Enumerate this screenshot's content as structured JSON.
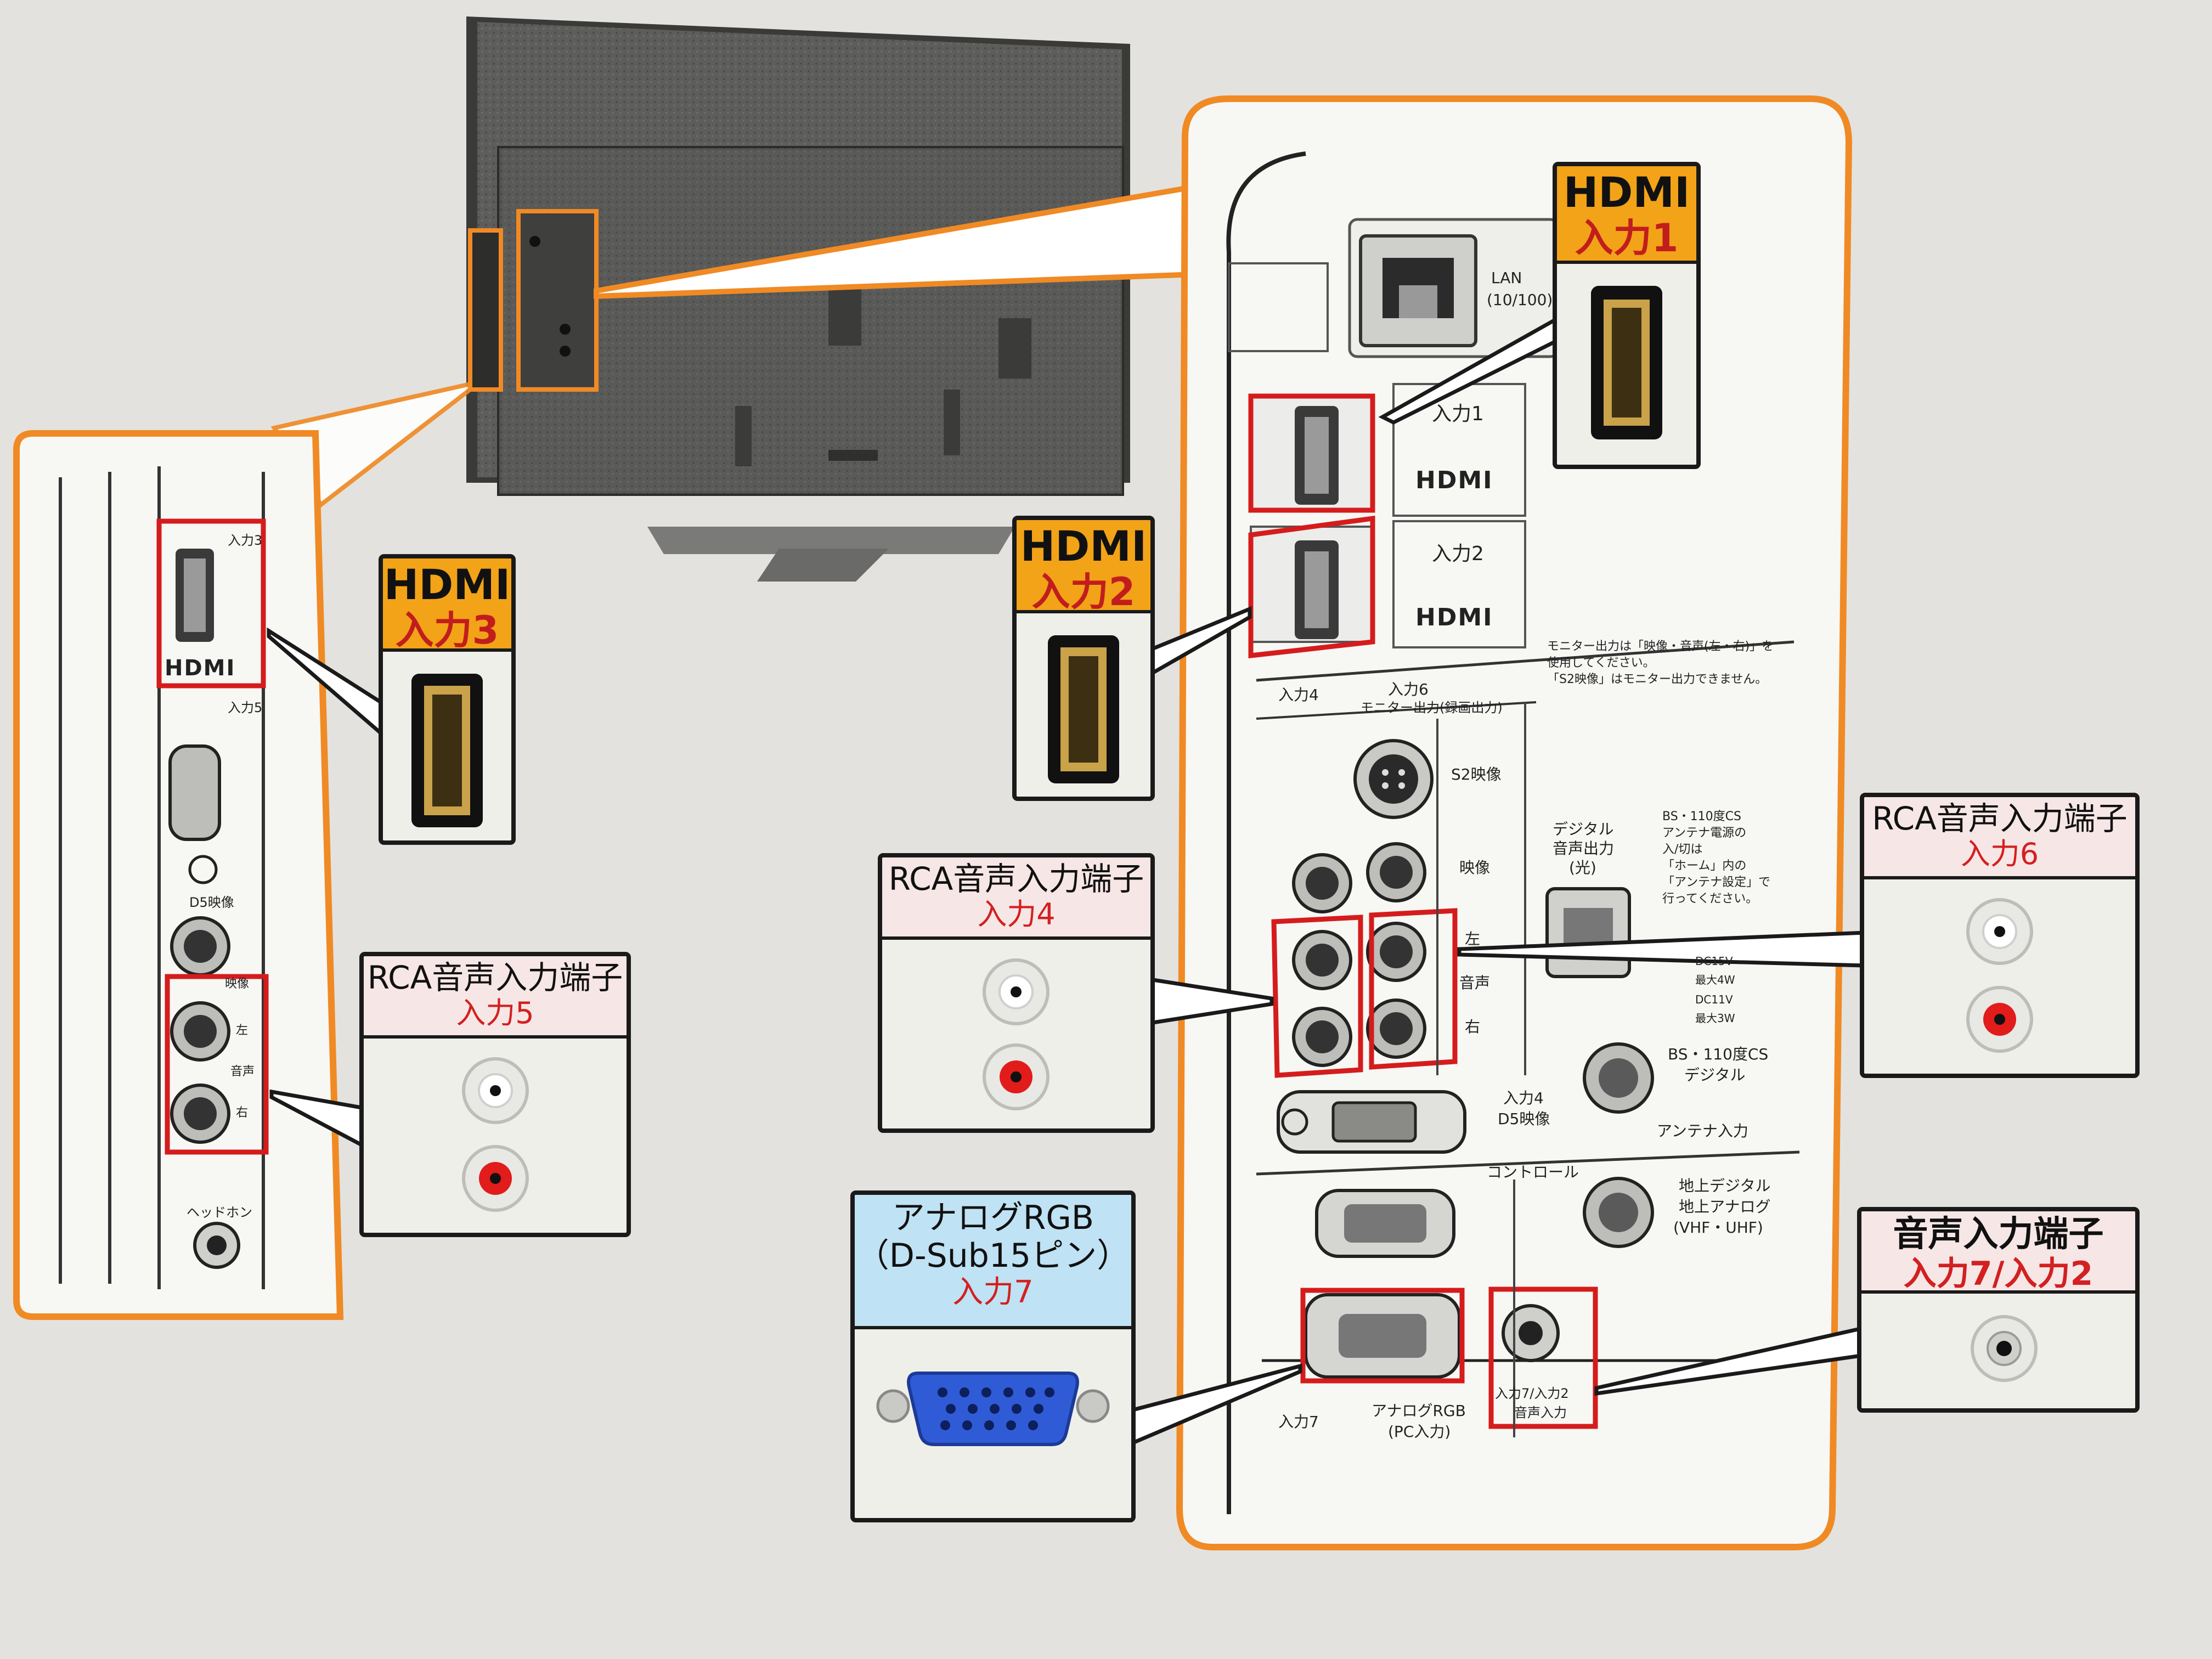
{
  "callouts": {
    "hdmi1": {
      "title": "HDMI",
      "subtitle": "入力1"
    },
    "hdmi2": {
      "title": "HDMI",
      "subtitle": "入力2"
    },
    "hdmi3": {
      "title": "HDMI",
      "subtitle": "入力3"
    },
    "rca4": {
      "title": "RCA音声入力端子",
      "subtitle": "入力4"
    },
    "rca5": {
      "title": "RCA音声入力端子",
      "subtitle": "入力5"
    },
    "rca6": {
      "title": "RCA音声入力端子",
      "subtitle": "入力6"
    },
    "vga": {
      "line1": "アナログRGB",
      "line2": "（D-Sub15ピン）",
      "subtitle": "入力7"
    },
    "audio": {
      "title": "音声入力端子",
      "subtitle": "入力7/入力2"
    }
  },
  "panel_labels": {
    "lan": "LAN",
    "lan_speed": "(10/100)",
    "input1": "入力1",
    "input2": "入力2",
    "hdmi_logo": "HDMI",
    "input4": "入力4",
    "input6_monitor": "入力6",
    "monitor_out": "モニター出力(録画出力)",
    "monitor_note_1": "モニター出力は「映像・音声(左・右)」を",
    "monitor_note_2": "使用してください。",
    "monitor_note_3": "「S2映像」はモニター出力できません。",
    "s2_video": "S2映像",
    "video": "映像",
    "audio_lr_1": "左",
    "audio_lr_2": "音声",
    "audio_lr_3": "右",
    "digital_out_1": "デジタル",
    "digital_out_2": "音声出力",
    "digital_out_3": "(光)",
    "bs_note_1": "BS・110度CS",
    "bs_note_2": "アンテナ電源の",
    "bs_note_3": "入/切は",
    "bs_note_4": "「ホーム」内の",
    "bs_note_5": "「アンテナ設定」で",
    "bs_note_6": "行ってください。",
    "power_1": "DC15V",
    "power_2": "最大4W",
    "power_3": "DC11V",
    "power_4": "最大3W",
    "bs_digital_1": "BS・110度CS",
    "bs_digital_2": "デジタル",
    "antenna_in": "アンテナ入力",
    "input4_d5_1": "入力4",
    "input4_d5_2": "D5映像",
    "control": "コントロール",
    "terrestrial_1": "地上デジタル",
    "terrestrial_2": "地上アナログ",
    "terrestrial_3": "(VHF・UHF)",
    "input7": "入力7",
    "analog_rgb_1": "アナログRGB",
    "analog_rgb_2": "(PC入力)",
    "audio_in_1": "入力7/入力2",
    "audio_in_2": "音声入力"
  },
  "side_labels": {
    "input3": "入力3",
    "hdmi_logo": "HDMI",
    "input5": "入力5",
    "d5_video": "D5映像",
    "video": "映像",
    "audio_1": "左",
    "audio_2": "音声",
    "audio_3": "右",
    "headphone": "ヘッドホン"
  },
  "colors": {
    "orange": "#f08a24",
    "red": "#d51c1c",
    "dark": "#1a1a1a",
    "gold": "#c9a24a",
    "vga_blue": "#2f5bd6",
    "hdmi_header": "#f2a318",
    "rca_header": "#f7e6e6",
    "vga_header": "#bfe2f4"
  },
  "icons": [
    "hdmi-port-icon",
    "rca-jack-icon",
    "vga-port-icon",
    "lan-port-icon",
    "svideo-port-icon",
    "optical-port-icon",
    "coax-port-icon",
    "minijack-icon"
  ]
}
